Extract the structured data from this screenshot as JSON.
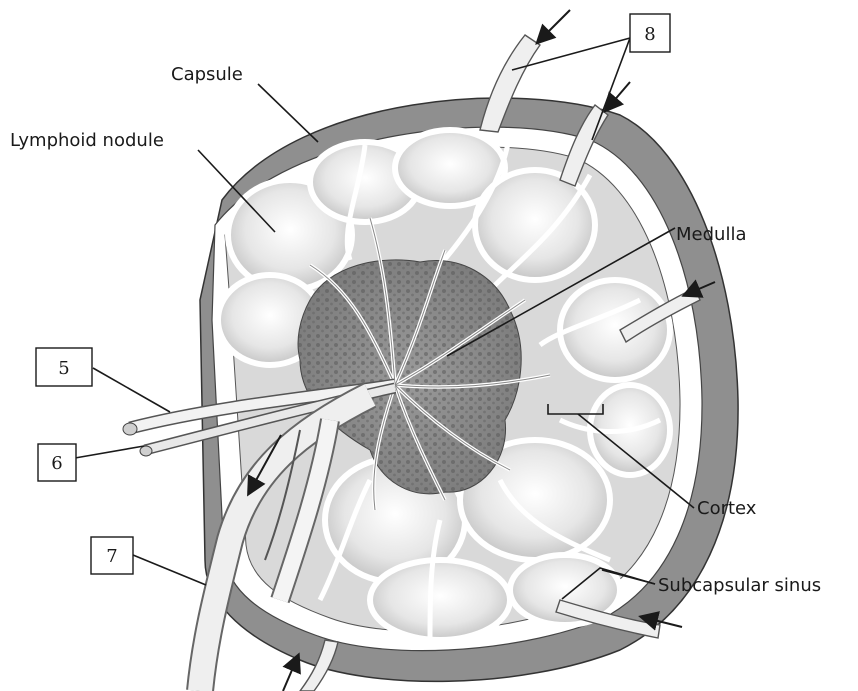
{
  "labels": {
    "capsule": "Capsule",
    "lymphoid_nodule": "Lymphoid nodule",
    "medulla": "Medulla",
    "cortex": "Cortex",
    "subcapsular_sinus": "Subcapsular sinus"
  },
  "numbered_boxes": {
    "box_5": "5",
    "box_6": "6",
    "box_7": "7",
    "box_8": "8"
  }
}
